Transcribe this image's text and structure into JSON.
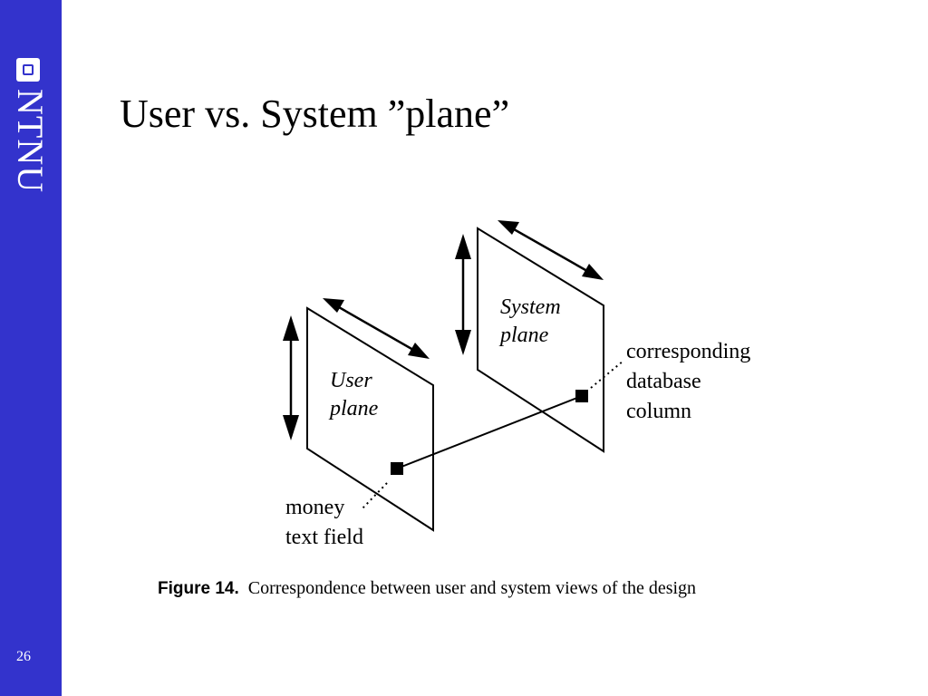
{
  "slide": {
    "title": "User vs. System ”plane”",
    "page_number": "26"
  },
  "sidebar": {
    "logo_text": "NTNU",
    "logo_icon": "ntnu-logo-icon",
    "color": "#3333cc"
  },
  "diagram": {
    "user_plane": {
      "line1": "User",
      "line2": "plane"
    },
    "system_plane": {
      "line1": "System",
      "line2": "plane"
    },
    "left_annotation": {
      "line1": "money",
      "line2": "text field"
    },
    "right_annotation": {
      "line1": "corresponding",
      "line2": "database",
      "line3": "column"
    }
  },
  "caption": {
    "figure_label": "Figure 14.",
    "text": "Correspondence between user and system views of the design"
  }
}
